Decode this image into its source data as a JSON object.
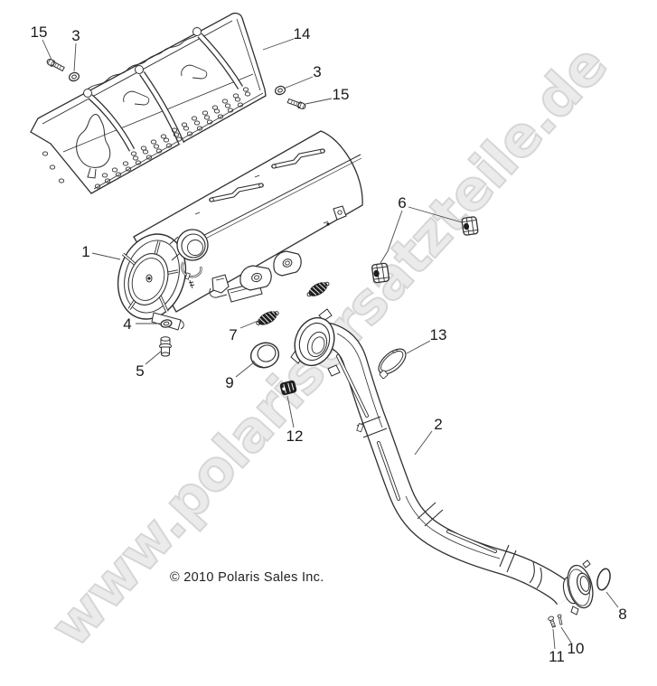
{
  "page": {
    "background": "#ffffff"
  },
  "watermark": {
    "text": "www.polarisersatzteile.de",
    "fill": "#ebebeb",
    "outline": "#d6d6d6"
  },
  "footer": {
    "copyright": "© 2010 Polaris Sales Inc."
  },
  "diagram": {
    "ink_color": "#2f2f2f",
    "label_color": "#1a1a1a",
    "callouts": [
      {
        "id": "15-upper-left",
        "label": "15"
      },
      {
        "id": "3-upper-left",
        "label": "3"
      },
      {
        "id": "14",
        "label": "14"
      },
      {
        "id": "3-right",
        "label": "3"
      },
      {
        "id": "15-right",
        "label": "15"
      },
      {
        "id": "1",
        "label": "1"
      },
      {
        "id": "4",
        "label": "4"
      },
      {
        "id": "5",
        "label": "5"
      },
      {
        "id": "7",
        "label": "7"
      },
      {
        "id": "9",
        "label": "9"
      },
      {
        "id": "6",
        "label": "6"
      },
      {
        "id": "12",
        "label": "12"
      },
      {
        "id": "13",
        "label": "13"
      },
      {
        "id": "2",
        "label": "2"
      },
      {
        "id": "8",
        "label": "8"
      },
      {
        "id": "10",
        "label": "10"
      },
      {
        "id": "11",
        "label": "11"
      }
    ]
  }
}
